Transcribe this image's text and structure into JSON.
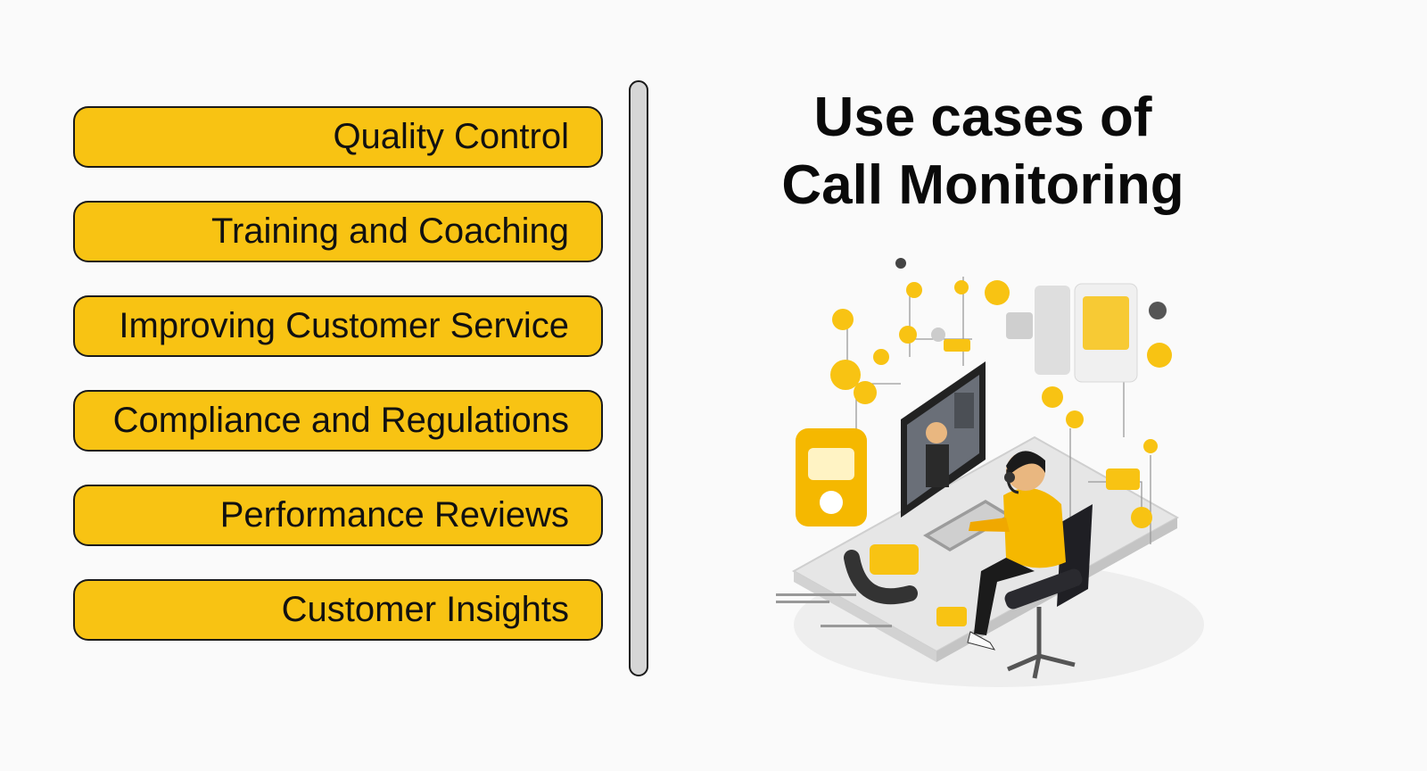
{
  "title": {
    "line1": "Use cases of",
    "line2": "Call Monitoring"
  },
  "use_cases": [
    {
      "label": "Quality Control"
    },
    {
      "label": "Training and Coaching"
    },
    {
      "label": "Improving Customer Service"
    },
    {
      "label": "Compliance and Regulations"
    },
    {
      "label": "Performance Reviews"
    },
    {
      "label": "Customer Insights"
    }
  ],
  "colors": {
    "accent": "#f8c313",
    "outline": "#1a1a1a",
    "divider": "#d6d6d6",
    "background": "#fafafa"
  }
}
